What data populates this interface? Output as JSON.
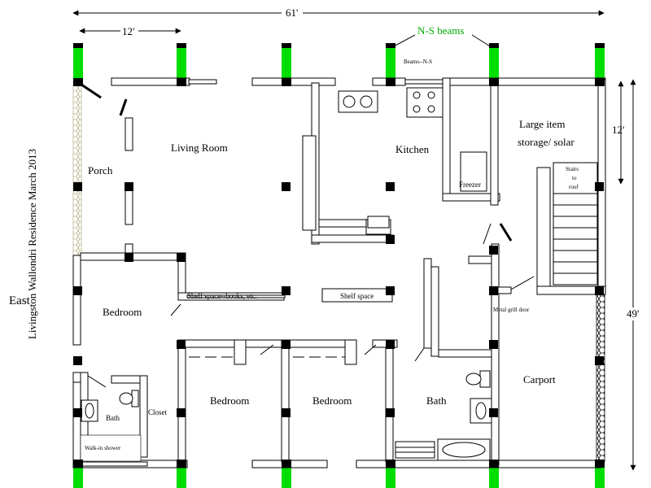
{
  "title": "Livingston Wallondri Residence March 2013",
  "orientation_label": "East",
  "dimensions": {
    "total_width": "61'",
    "bay_width": "12'",
    "bay_depth": "12'",
    "total_depth": "49'"
  },
  "beams": {
    "callout": "N-S beams",
    "small_label": "Beams--N-S",
    "color": "#00dd00"
  },
  "rooms": {
    "porch": "Porch",
    "living_room": "Living Room",
    "kitchen": "Kitchen",
    "storage_line1": "Large item",
    "storage_line2": "storage/ solar",
    "freezer": "Freezer",
    "stairs_line1": "Stairs",
    "stairs_line2": "to",
    "stairs_line3": "roof",
    "bedroom_east": "Bedroom",
    "shelf_books": "Shelf space--books, etc.",
    "shelf_space": "Shelf space",
    "metal_grill_door": "Metal grill door",
    "bedroom_2": "Bedroom",
    "bedroom_3": "Bedroom",
    "bath_main": "Bath",
    "carport": "Carport",
    "closet": "Closet",
    "bath_small": "Bath",
    "walkin_shower": "Walk-in shower"
  },
  "colors": {
    "wall": "#000000",
    "beam": "#00dd00",
    "lattice": "#c8c49a"
  }
}
